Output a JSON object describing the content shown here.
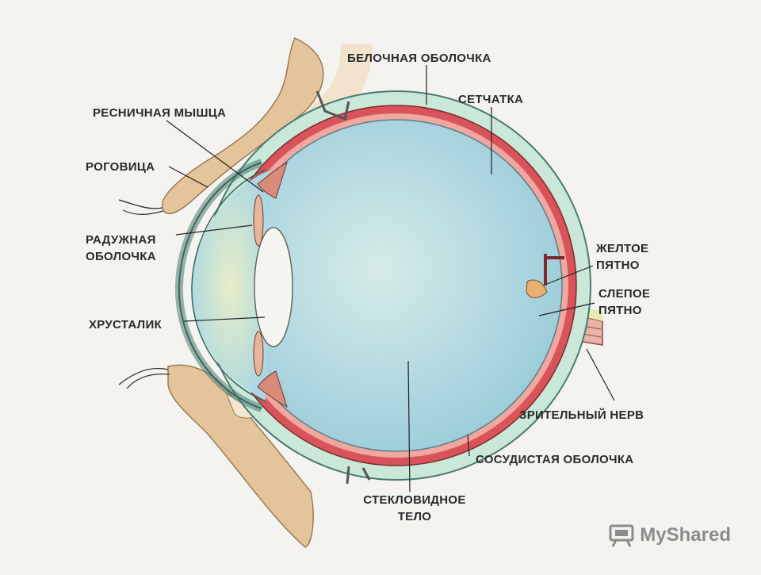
{
  "labels": {
    "sclera": "БЕЛОЧНАЯ ОБОЛОЧКА",
    "retina": "СЕТЧАТКА",
    "ciliary_muscle": "РЕСНИЧНАЯ МЫШЦА",
    "cornea": "РОГОВИЦА",
    "iris": "РАДУЖНАЯ\nОБОЛОЧКА",
    "lens": "ХРУСТАЛИК",
    "macula": "ЖЕЛТОЕ\nПЯТНО",
    "blind_spot": "СЛЕПОЕ\nПЯТНО",
    "optic_nerve": "ЗРИТЕЛЬНЫЙ НЕРВ",
    "choroid": "СОСУДИСТАЯ ОБОЛОЧКА",
    "vitreous": "СТЕКЛОВИДНОЕ\nТЕЛО"
  },
  "watermark": {
    "text": "MyShared",
    "icon": "myshared-logo-icon"
  },
  "colors": {
    "sclera": "#c9e8d8",
    "choroid": "#d9545a",
    "retina_inner": "#f0a7a0",
    "vitreous": "#a9d3df",
    "eyelid": "#e2c39a",
    "nerve": "#ecb3a8"
  }
}
